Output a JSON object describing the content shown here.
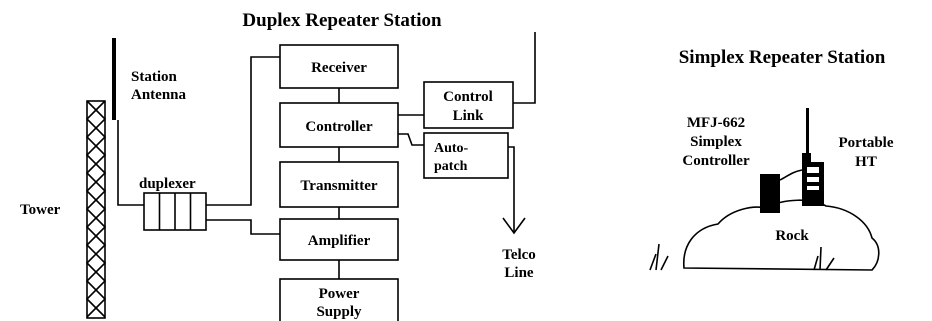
{
  "duplex": {
    "title": "Duplex Repeater Station",
    "tower_label": "Tower",
    "antenna_label_line1": "Station",
    "antenna_label_line2": "Antenna",
    "duplexer_label": "duplexer",
    "receiver": "Receiver",
    "controller": "Controller",
    "transmitter": "Transmitter",
    "amplifier": "Amplifier",
    "power_supply_line1": "Power",
    "power_supply_line2": "Supply",
    "control_link_line1": "Control",
    "control_link_line2": "Link",
    "autopatch_line1": "Auto-",
    "autopatch_line2": "patch",
    "telco_line1": "Telco",
    "telco_line2": "Line"
  },
  "simplex": {
    "title": "Simplex Repeater Station",
    "controller_line1": "MFJ-662",
    "controller_line2": "Simplex",
    "controller_line3": "Controller",
    "ht_line1": "Portable",
    "ht_line2": "HT",
    "rock_label": "Rock"
  }
}
